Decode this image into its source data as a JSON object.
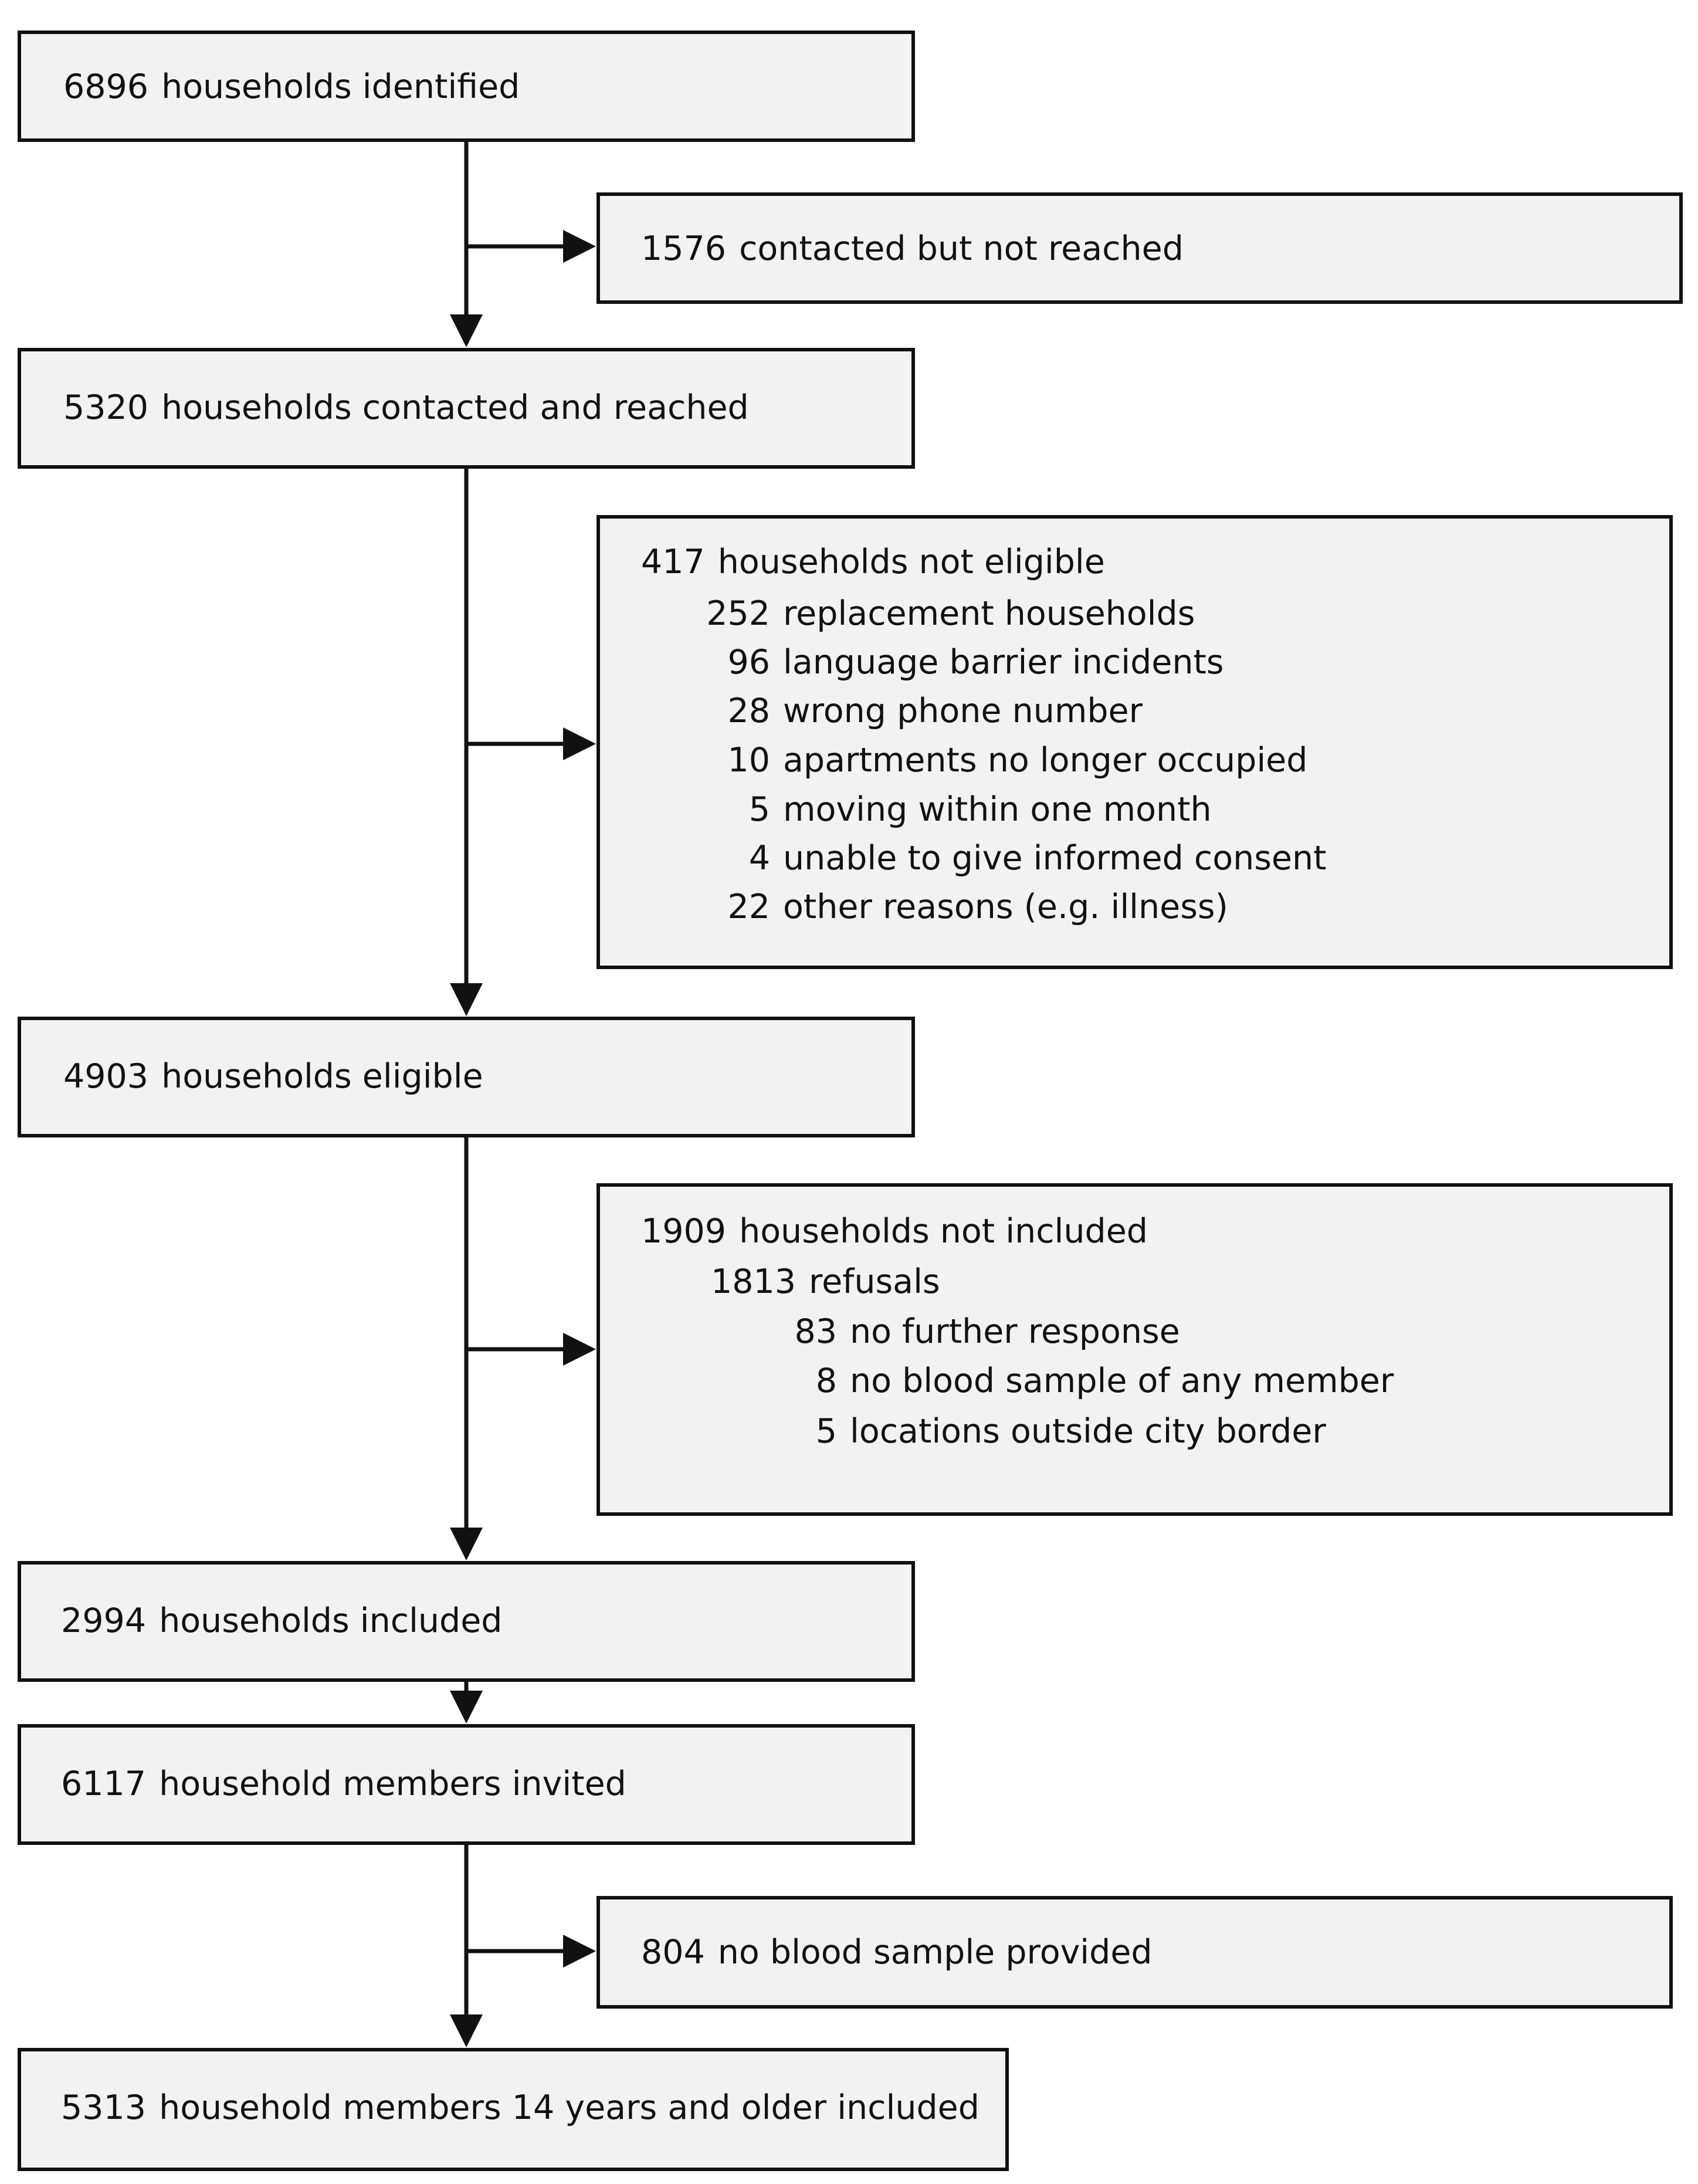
{
  "boxes": {
    "identified": {
      "number": "6896",
      "label": "households identified"
    },
    "reached": {
      "number": "5320",
      "label": "households contacted and reached"
    },
    "eligible": {
      "number": "4903",
      "label": "households eligible"
    },
    "included": {
      "number": "2994",
      "label": "households included"
    },
    "invited": {
      "number": "6117",
      "label": "household members invited"
    },
    "final": {
      "number": "5313",
      "label": "household members 14 years and older included"
    }
  },
  "side_boxes": {
    "not_reached": {
      "number": "1576",
      "label": "contacted but not reached"
    },
    "not_eligible": {
      "number": "417",
      "label": "households not eligible",
      "items": [
        {
          "number": "252",
          "label": "replacement households"
        },
        {
          "number": "96",
          "label": "language barrier incidents"
        },
        {
          "number": "28",
          "label": "wrong phone number"
        },
        {
          "number": "10",
          "label": "apartments no longer occupied"
        },
        {
          "number": "5",
          "label": "moving within one month"
        },
        {
          "number": "4",
          "label": "unable to give informed consent"
        },
        {
          "number": "22",
          "label": "other reasons (e.g. illness)"
        }
      ]
    },
    "not_included": {
      "number": "1909",
      "label": "households not included",
      "items": [
        {
          "number": "1813",
          "label": "refusals"
        },
        {
          "number": "83",
          "label": "no further response"
        },
        {
          "number": "8",
          "label": "no blood sample of any member"
        },
        {
          "number": "5",
          "label": "locations outside city border"
        }
      ]
    },
    "no_blood": {
      "number": "804",
      "label": "no blood sample provided"
    }
  }
}
